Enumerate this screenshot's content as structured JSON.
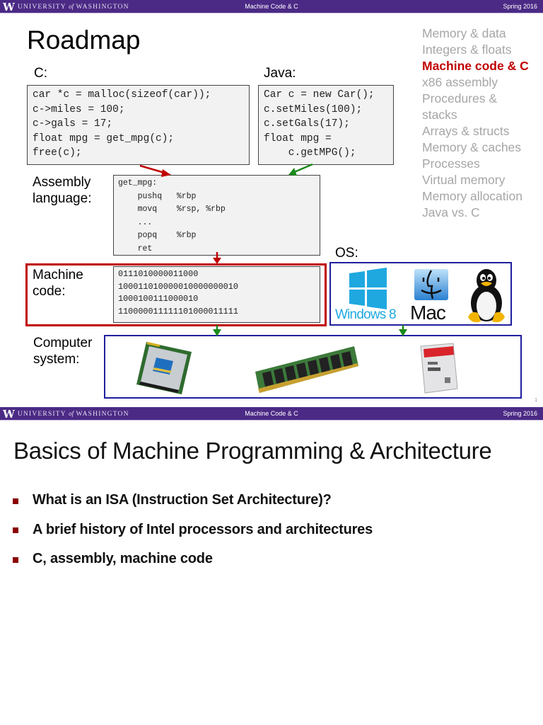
{
  "header": {
    "logo_letter": "W",
    "university_pre": "UNIVERSITY ",
    "university_of": "of",
    "university_post": " WASHINGTON",
    "course_section": "Machine Code & C",
    "term": "Spring 2016"
  },
  "slide1": {
    "title": "Roadmap",
    "c_label": "C:",
    "java_label": "Java:",
    "c_code": "car *c = malloc(sizeof(car));\nc->miles = 100;\nc->gals = 17;\nfloat mpg = get_mpg(c);\nfree(c);",
    "java_code": "Car c = new Car();\nc.setMiles(100);\nc.setGals(17);\nfloat mpg =\n    c.getMPG();",
    "assembly_label": "Assembly\nlanguage:",
    "assembly_code": "get_mpg:\n    pushq   %rbp\n    movq    %rsp, %rbp\n    ...\n    popq    %rbp\n    ret",
    "machine_label": "Machine\ncode:",
    "machine_code": "0111010000011000\n100011010000010000000010\n1000100111000010\n110000011111101000011111",
    "os_label": "OS:",
    "os_items": [
      "Windows 8",
      "Mac",
      "Linux"
    ],
    "computer_label": "Computer\nsystem:",
    "hardware_items": [
      "CPU",
      "Memory module",
      "SSD"
    ],
    "slide_number": "1",
    "roadmap": [
      {
        "label": "Memory & data",
        "active": false
      },
      {
        "label": "Integers & floats",
        "active": false
      },
      {
        "label": "Machine code & C",
        "active": true
      },
      {
        "label": "x86 assembly",
        "active": false
      },
      {
        "label": "Procedures &",
        "active": false
      },
      {
        "label": "stacks",
        "active": false
      },
      {
        "label": "Arrays & structs",
        "active": false
      },
      {
        "label": "Memory & caches",
        "active": false
      },
      {
        "label": "Processes",
        "active": false
      },
      {
        "label": "Virtual memory",
        "active": false
      },
      {
        "label": "Memory allocation",
        "active": false
      },
      {
        "label": "Java vs. C",
        "active": false
      }
    ],
    "colors": {
      "accent_red": "#c00000",
      "arrow_green": "#1a8a1a",
      "frame_blue": "#1f1f9e",
      "inactive_gray": "#a6a6a6",
      "header_purple": "#4b2a85"
    }
  },
  "slide2": {
    "title": "Basics of Machine Programming & Architecture",
    "bullets": [
      "What is an ISA (Instruction Set Architecture)?",
      "A brief history of Intel processors and architectures",
      "C, assembly, machine code"
    ]
  }
}
